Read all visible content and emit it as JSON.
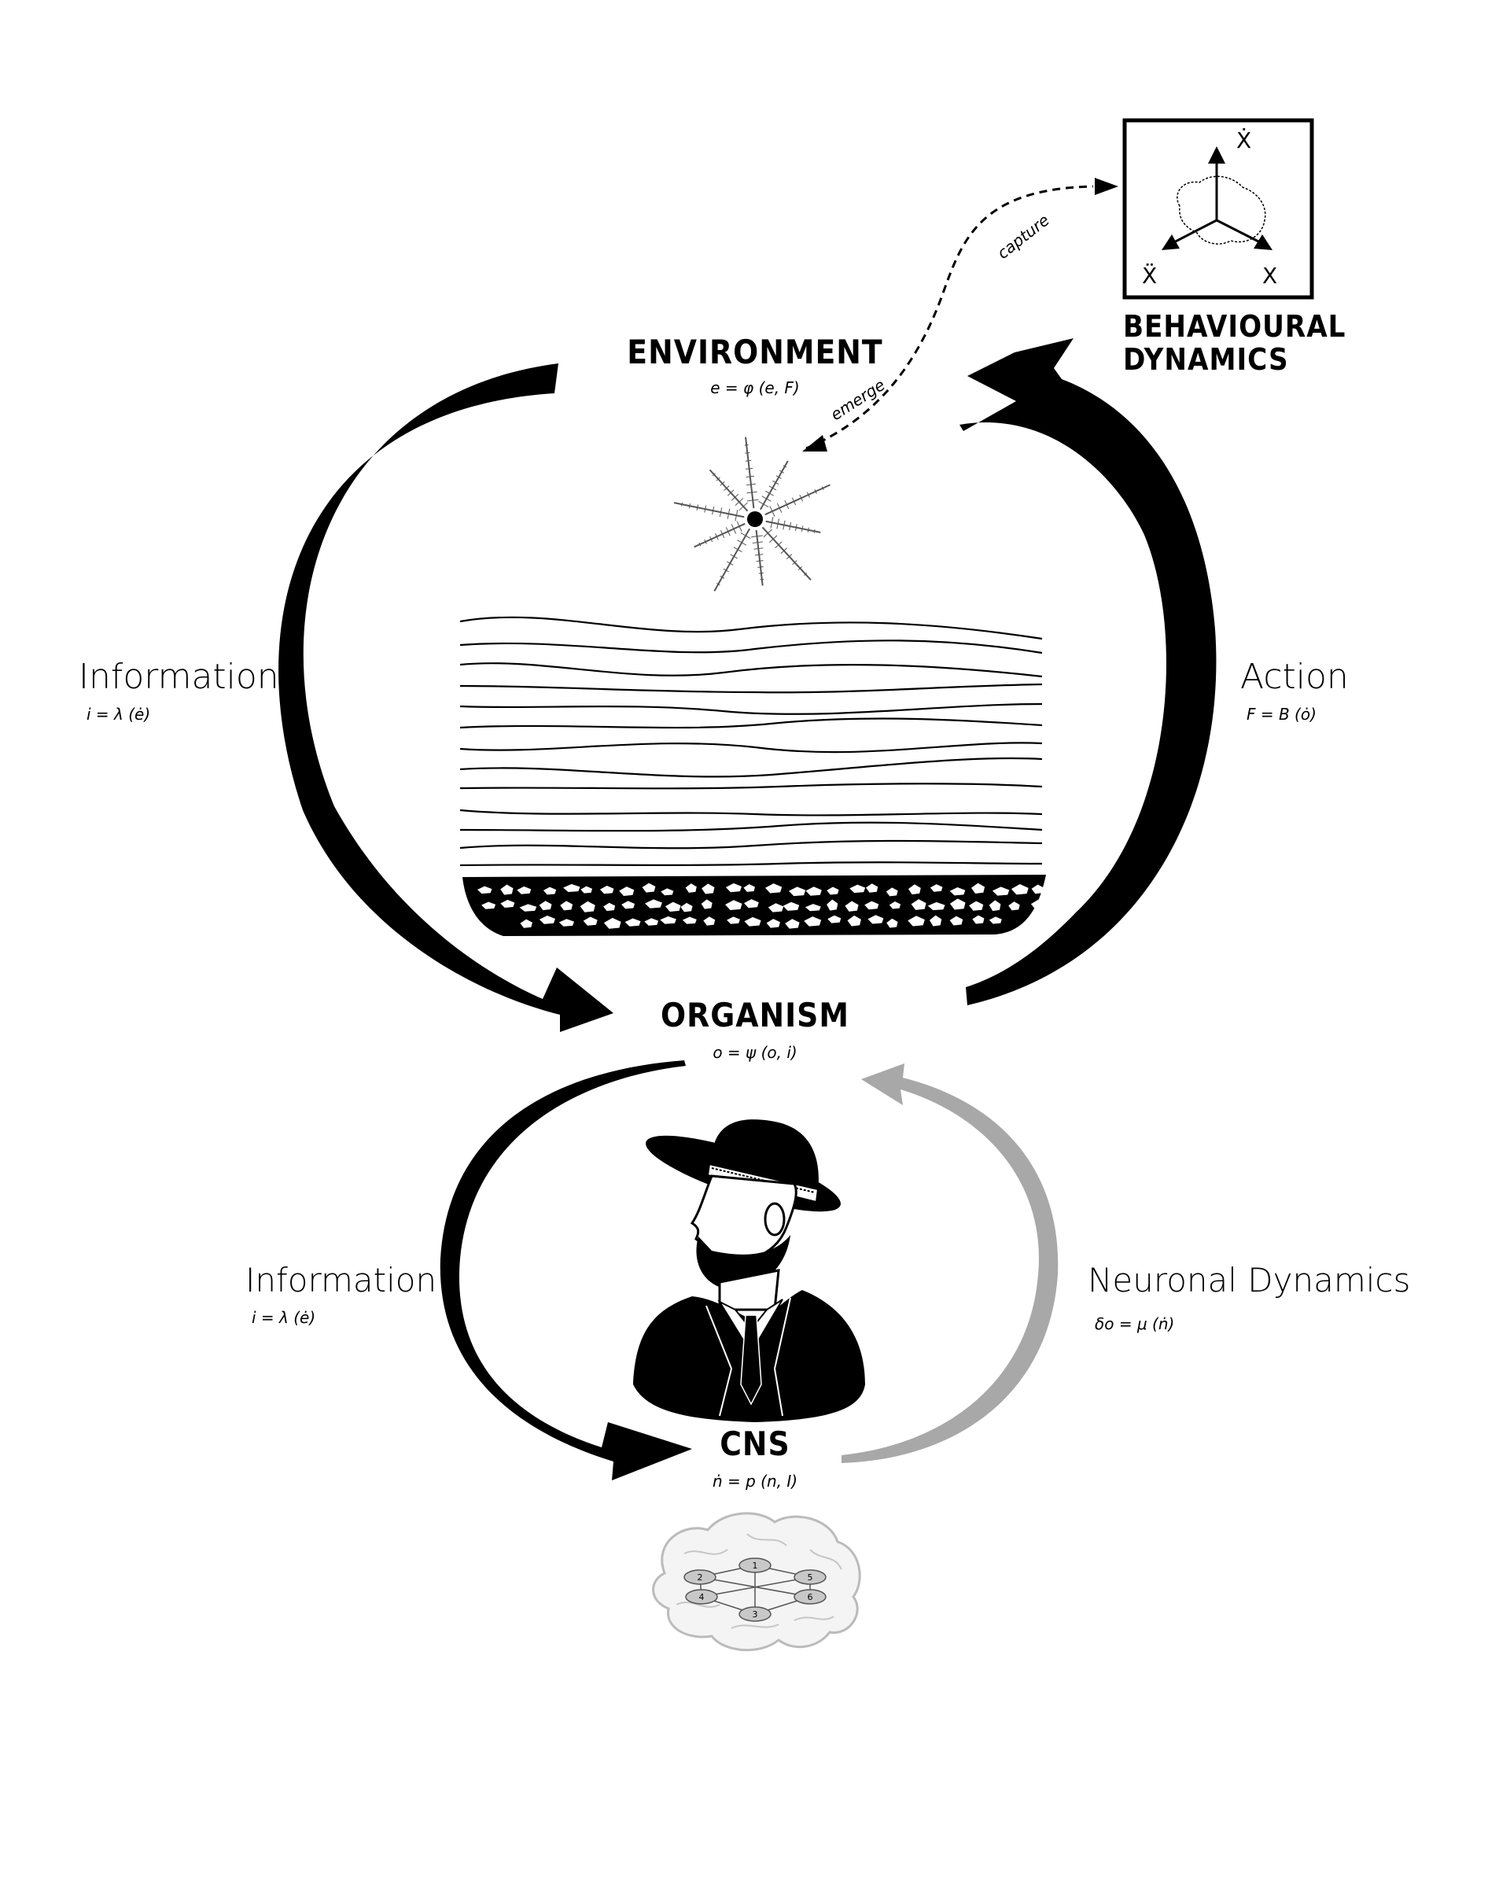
{
  "nodes": {
    "environment": {
      "title": "ENVIRONMENT",
      "equation": "e = φ (e, F)"
    },
    "organism": {
      "title": "ORGANISM",
      "equation": "o = ψ (o, i)"
    },
    "cns": {
      "title": "CNS",
      "equation": "ṅ = p (n, I)"
    }
  },
  "edges": {
    "outer_left": {
      "label": "Information",
      "equation": "i = λ (ė)"
    },
    "outer_right": {
      "label": "Action",
      "equation": "F = B (ȯ)"
    },
    "inner_left": {
      "label": "Information",
      "equation": "i = λ (ė)"
    },
    "inner_right": {
      "label": "Neuronal Dynamics",
      "equation": "δo = μ (ṅ)"
    }
  },
  "behavioural_dynamics": {
    "title_line1": "BEHAVIOURAL",
    "title_line2": "DYNAMICS",
    "axes": {
      "top": "Ẋ",
      "left": "Ẍ",
      "right": "X"
    },
    "link_capture": "capture",
    "link_emerge": "emerge"
  },
  "brain_network": {
    "nodes": [
      "1",
      "2",
      "3",
      "4",
      "5",
      "6"
    ]
  },
  "colors": {
    "ink": "#000000",
    "neuronal_arrow": "#a8a8a8",
    "brain": "#bbbbbb"
  }
}
